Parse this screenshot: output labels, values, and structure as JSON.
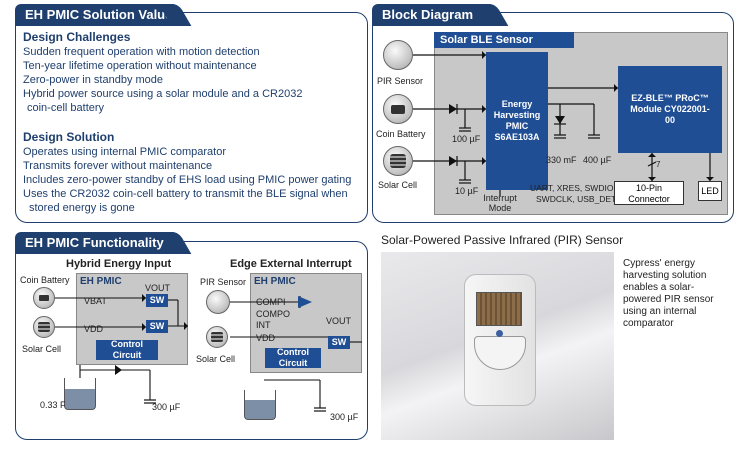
{
  "solution_value": {
    "title": "EH PMIC Solution Value",
    "challenges_heading": "Design Challenges",
    "challenges": [
      "Sudden frequent operation with motion detection",
      "Ten-year lifetime operation without maintenance",
      "Zero-power in standby mode",
      "Hybrid power source using a solar module and a CR2032",
      "coin-cell battery"
    ],
    "solution_heading": "Design Solution",
    "solution": [
      "Operates using internal PMIC comparator",
      "Transmits forever without maintenance",
      "Includes zero-power standby of EHS load using PMIC power gating",
      "Uses the CR2032 coin-cell battery to transmit the BLE signal when",
      "stored energy is gone"
    ]
  },
  "block_diagram": {
    "title": "Block Diagram",
    "sensor_title": "Solar BLE Sensor",
    "pir_label": "PIR Sensor",
    "coin_label": "Coin Battery",
    "solar_label": "Solar Cell",
    "pmic_label": "Energy Harvesting PMIC S6AE103A",
    "proc_label": "EZ-BLE™ PRoC™ Module CY022001-00",
    "cap_100": "100 µF",
    "cap_10": "10 µF",
    "cap_330": "330 mF",
    "cap_400": "400 µF",
    "interrupt_mode": "Interrupt Mode",
    "bus_label_1": "UART, XRES, SWDIO,",
    "bus_label_2": "SWDCLK, USB_DET",
    "bus_width": "7",
    "connector": "10-Pin Connector",
    "led": "LED"
  },
  "functionality": {
    "title": "EH PMIC Functionality",
    "hybrid_title": "Hybrid Energy Input",
    "edge_title": "Edge External Interrupt",
    "coin_battery": "Coin Battery",
    "solar_cell": "Solar Cell",
    "pir_sensor": "PIR Sensor",
    "eh_pmic": "EH PMIC",
    "vbat": "VBAT",
    "vout": "VOUT",
    "vdd": "VDD",
    "sw": "SW",
    "control_circuit": "Control Circuit",
    "compi": "COMPI",
    "compo": "COMPO",
    "int": "INT",
    "cap_033": "0.33 F",
    "cap_300": "300 µF"
  },
  "photo_section": {
    "title": "Solar-Powered Passive Infrared (PIR) Sensor",
    "caption": "Cypress' energy harvesting solution enables a solar-powered PIR sensor using an internal comparator"
  }
}
